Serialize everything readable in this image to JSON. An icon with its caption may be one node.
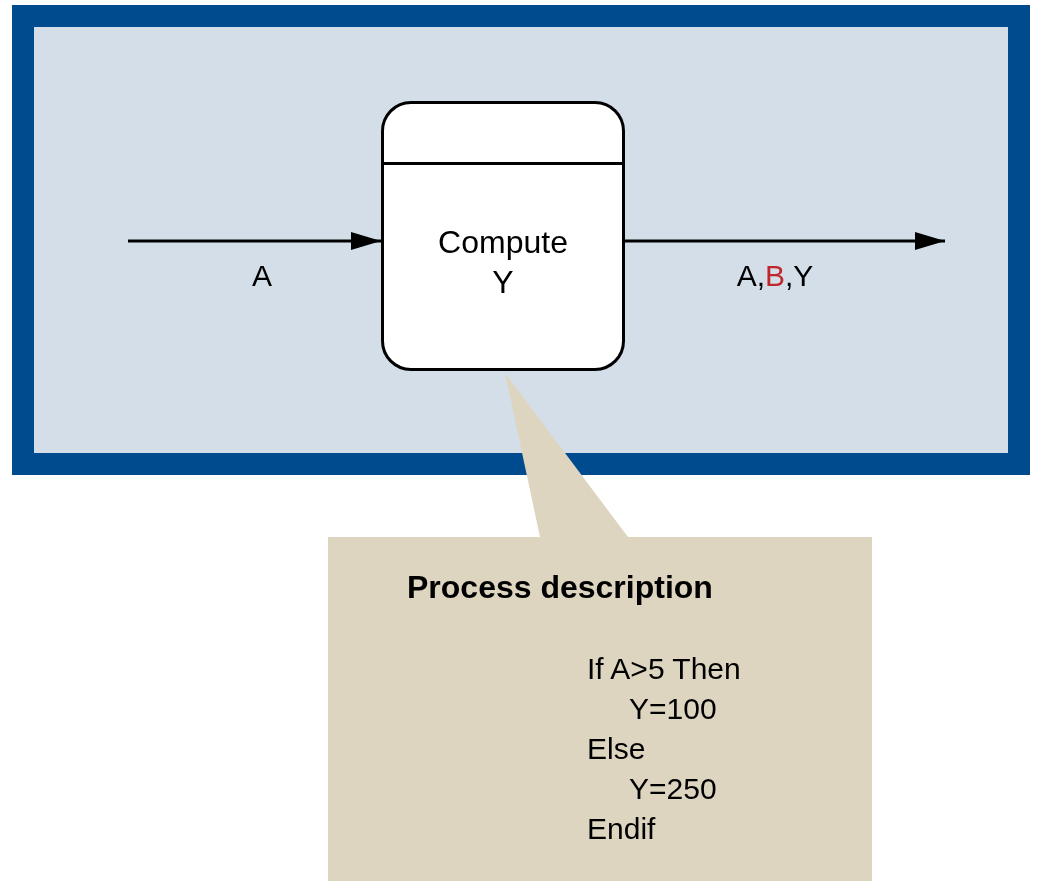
{
  "diagram": {
    "nodes": [
      {
        "text": [],
        "shape": "box"
      },
      {
        "text": [
          "Compute Y"
        ],
        "in": 0
      },
      {
        "text": [
          "Process description",
          "If A>5 Then",
          "Y=100",
          "Else",
          "Y=250",
          "Endif"
        ]
      }
    ],
    "edges": [
      {
        "from": null,
        "to": 1,
        "arrow": "to",
        "label": "A"
      },
      {
        "from": 1,
        "to": null,
        "arrow": "to",
        "label": "A,B,Y"
      }
    ]
  }
}
